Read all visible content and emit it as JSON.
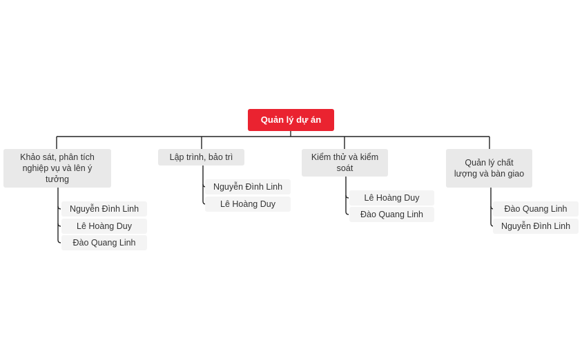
{
  "diagram": {
    "root": "Quản lý dự án",
    "topics": [
      {
        "label": "Khảo sát, phân tích nghiệp vụ và lên ý tưởng",
        "members": [
          "Nguyễn Đình Linh",
          "Lê Hoàng Duy",
          "Đào Quang Linh"
        ]
      },
      {
        "label": "Lập trình, bảo trì",
        "members": [
          "Nguyễn Đình Linh",
          "Lê Hoàng Duy"
        ]
      },
      {
        "label": "Kiểm thử và kiểm soát",
        "members": [
          "Lê Hoàng Duy",
          "Đào Quang Linh"
        ]
      },
      {
        "label": "Quản lý chất lượng và bàn giao",
        "members": [
          "Đào Quang Linh",
          "Nguyễn Đình Linh"
        ]
      }
    ]
  },
  "colors": {
    "root_background": "#ea2330",
    "topic_background": "#e9e9e9",
    "leaf_background": "#f4f4f4",
    "connector": "#222222"
  }
}
